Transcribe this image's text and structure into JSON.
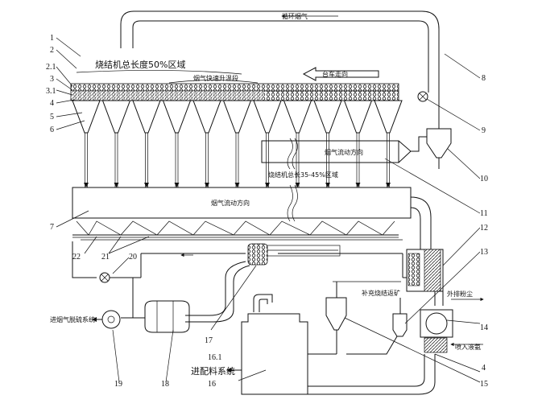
{
  "labels": {
    "recirc_flue_gas": "循环烟气",
    "sinter_50pct": "烧结机总长度50%区域",
    "flue_gas_rapid_heating": "烟气快速升温段",
    "trolley_direction": "台车走向",
    "flue_flow_upper": "烟气流动方向",
    "sinter_35_45pct": "烧结机总长35-45%区域",
    "flue_flow_lower": "烟气流动方向",
    "supplement_ore": "补充烧结返矿",
    "external_dust": "外排粉尘",
    "inject_ammonia": "喷入液氨",
    "to_purification": "进烟气脱硫系统",
    "to_batching": "进配料系统"
  },
  "callouts": {
    "n1": "1",
    "n2": "2",
    "n21": "2.1",
    "n3": "3",
    "n31": "3.1",
    "n4": "4",
    "n5": "5",
    "n6": "6",
    "n7": "7",
    "n8": "8",
    "n9": "9",
    "n10": "10",
    "n11": "11",
    "n12": "12",
    "n13": "13",
    "n14": "14",
    "n4b": "4",
    "n15": "15",
    "n16": "16",
    "n161": "16.1",
    "n17": "17",
    "n18": "18",
    "n19": "19",
    "n20": "20",
    "n21b": "21",
    "n22": "22"
  }
}
